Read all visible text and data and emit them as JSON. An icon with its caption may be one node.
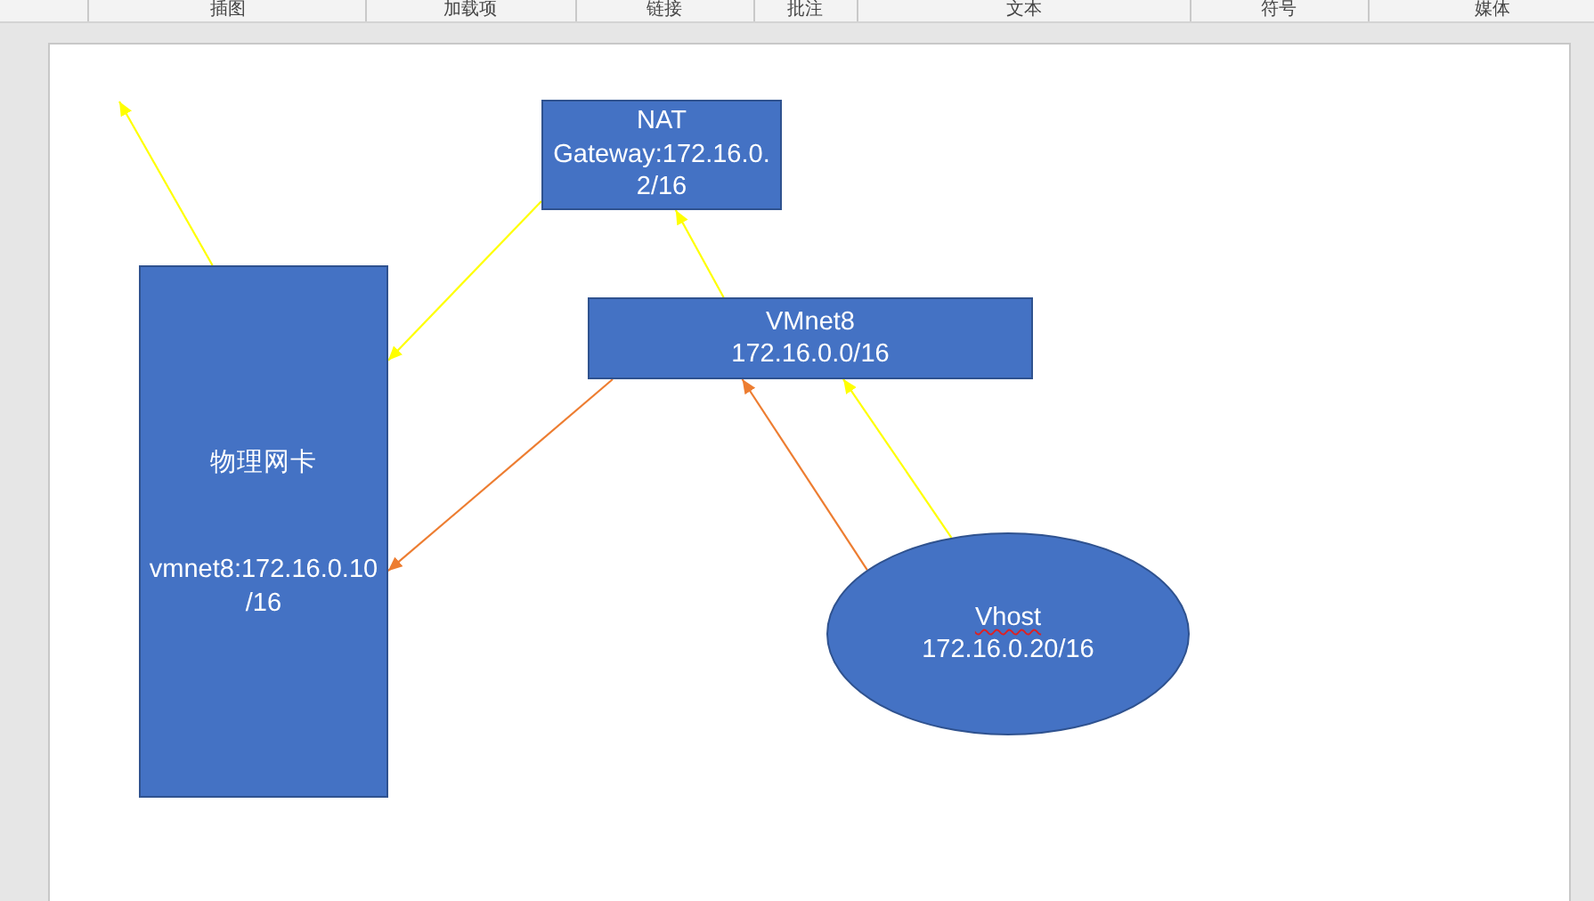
{
  "diagram": {
    "nodes": [
      {
        "text": [
          "NAT",
          "Gateway:172.16.0.2/16"
        ]
      },
      {
        "text": [
          "物理网卡",
          "vmnet8:172.16.0.10/16"
        ]
      },
      {
        "text": [
          "VMnet8",
          "172.16.0.0/16"
        ]
      },
      {
        "text": [
          "Vhost",
          "172.16.0.20/16"
        ]
      }
    ],
    "edges": [
      {
        "from": 1,
        "to": null,
        "arrow": "to"
      },
      {
        "from": 0,
        "to": 1,
        "arrow": "to"
      },
      {
        "from": 2,
        "to": 0,
        "arrow": "to"
      },
      {
        "from": 2,
        "to": 1,
        "arrow": "to",
        "color": "#ed7d31"
      },
      {
        "from": 3,
        "to": 2,
        "arrow": "to",
        "color": "#ed7d31"
      },
      {
        "from": 3,
        "to": 2,
        "arrow": "to"
      }
    ],
    "labels": [
      "插图",
      "加载项",
      "链接",
      "批注",
      "文本",
      "符号",
      "媒体"
    ]
  }
}
